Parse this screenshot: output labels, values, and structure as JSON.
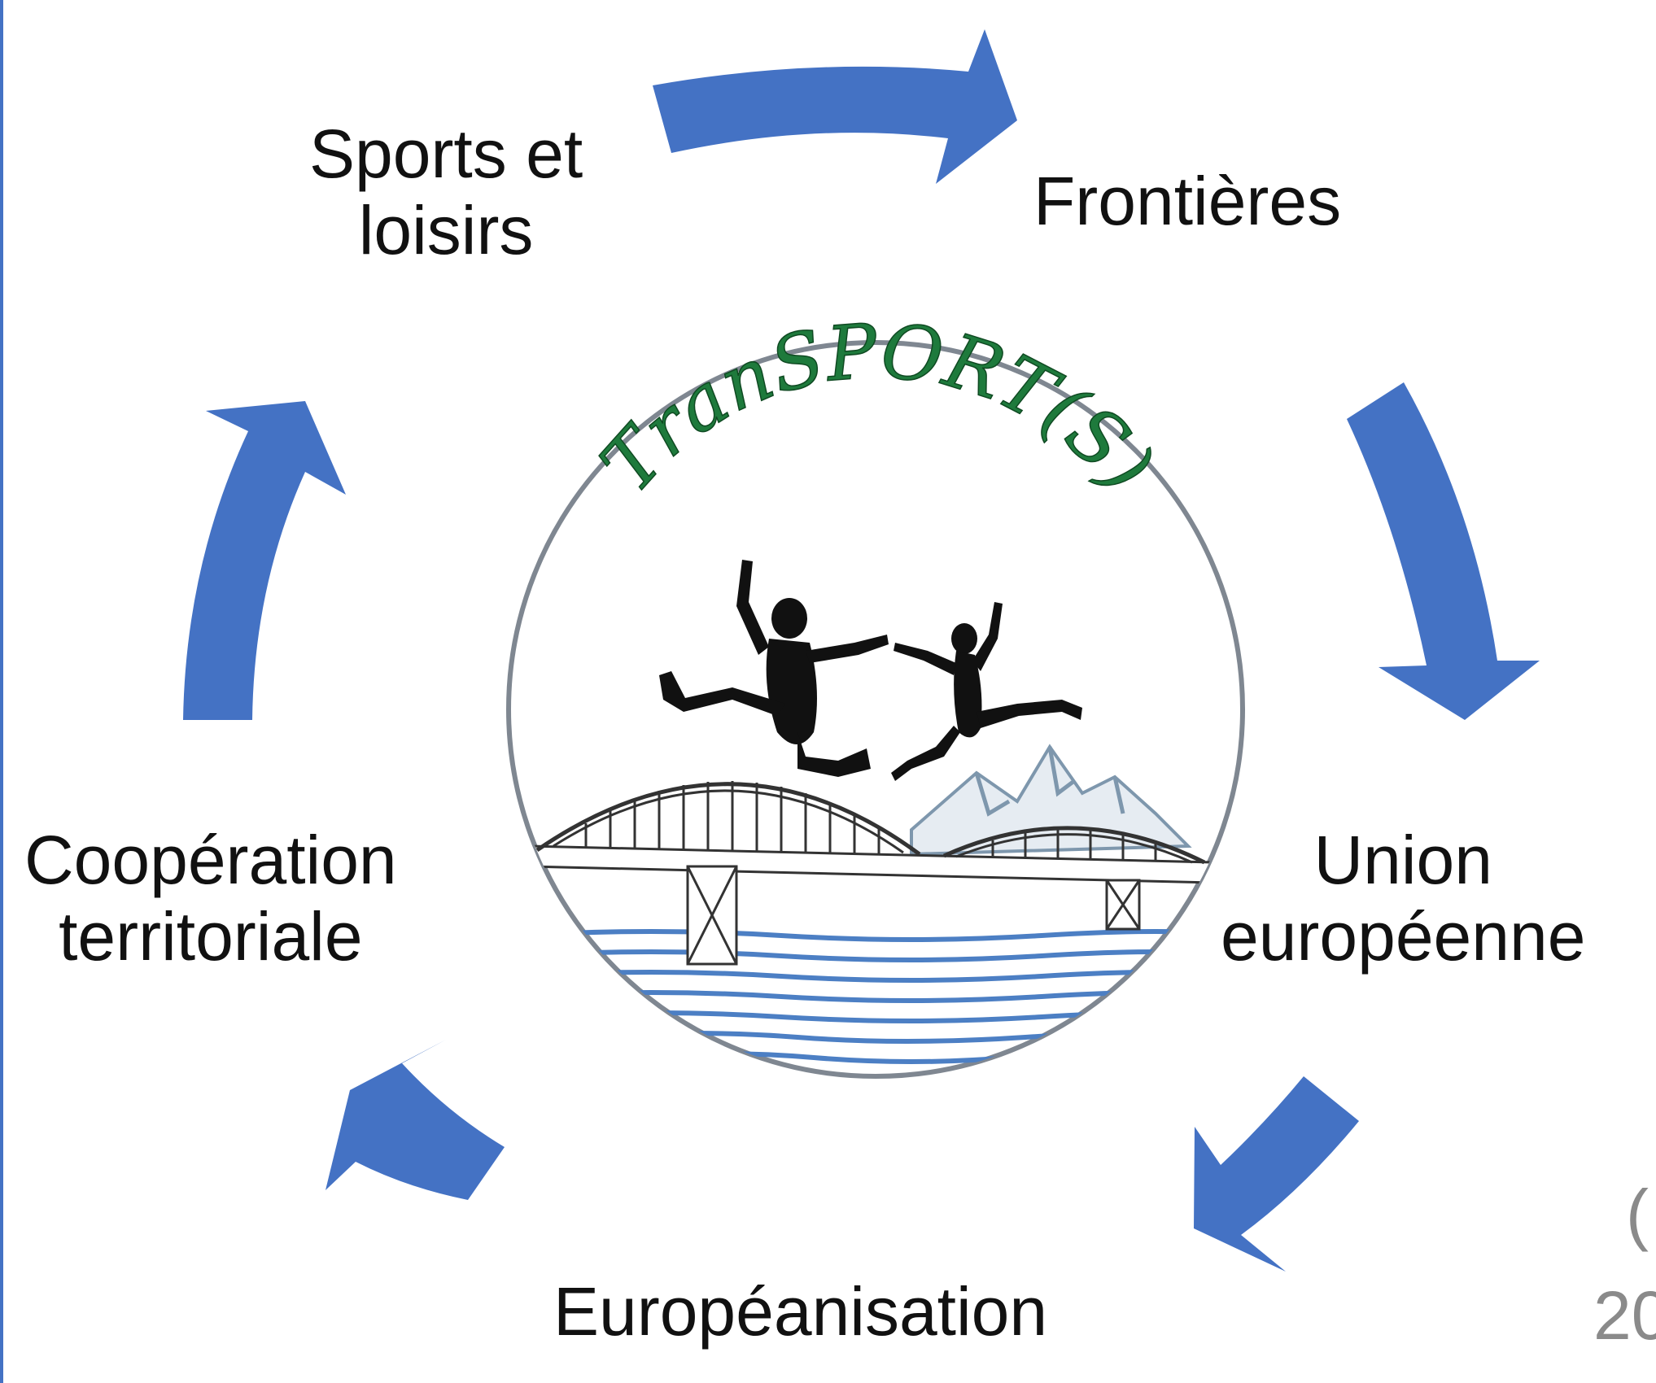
{
  "labels": {
    "sports_line1": "Sports et",
    "sports_line2": "loisirs",
    "frontieres": "Frontières",
    "union_line1": "Union",
    "union_line2": "européenne",
    "cooperation_line1": "Coopération",
    "cooperation_line2": "territoriale",
    "europeanisation": "Européanisation"
  },
  "logo": {
    "title": "TranSPORT(S)",
    "icons": [
      "jumping-people-silhouette",
      "bridge-icon",
      "mountains-icon",
      "river-waves"
    ]
  },
  "corner_partial": {
    "line1": "(",
    "line2": "20"
  },
  "colors": {
    "arrow": "#4472c4",
    "logo_text": "#1e7a3c",
    "circle_border": "#7f8791",
    "text": "#111111",
    "faded_text": "#8a8a8a"
  }
}
